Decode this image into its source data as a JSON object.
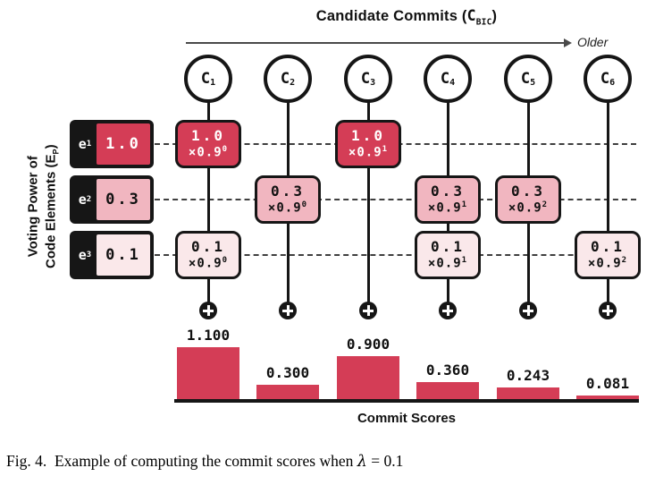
{
  "header": {
    "title_main": "Candidate Commits (",
    "title_var": "C",
    "title_sub": "BIC",
    "title_close": ")",
    "arrow_label": "Older"
  },
  "left_axis": {
    "line1": "Voting Power of",
    "line2_pre": "Code Elements (E",
    "line2_sub": "P",
    "line2_close": ")"
  },
  "elements": [
    {
      "name": "e",
      "sub": "1",
      "value": "1.0"
    },
    {
      "name": "e",
      "sub": "2",
      "value": "0.3"
    },
    {
      "name": "e",
      "sub": "3",
      "value": "0.1"
    }
  ],
  "commits": [
    {
      "name": "C",
      "sub": "1"
    },
    {
      "name": "C",
      "sub": "2"
    },
    {
      "name": "C",
      "sub": "3"
    },
    {
      "name": "C",
      "sub": "4"
    },
    {
      "name": "C",
      "sub": "5"
    },
    {
      "name": "C",
      "sub": "6"
    }
  ],
  "cells": [
    {
      "commit": "C1",
      "element": "e1",
      "value": "1.0",
      "mult": "×0.9",
      "exp": "0"
    },
    {
      "commit": "C1",
      "element": "e3",
      "value": "0.1",
      "mult": "×0.9",
      "exp": "0"
    },
    {
      "commit": "C2",
      "element": "e2",
      "value": "0.3",
      "mult": "×0.9",
      "exp": "0"
    },
    {
      "commit": "C3",
      "element": "e1",
      "value": "1.0",
      "mult": "×0.9",
      "exp": "1"
    },
    {
      "commit": "C4",
      "element": "e2",
      "value": "0.3",
      "mult": "×0.9",
      "exp": "1"
    },
    {
      "commit": "C4",
      "element": "e3",
      "value": "0.1",
      "mult": "×0.9",
      "exp": "1"
    },
    {
      "commit": "C5",
      "element": "e2",
      "value": "0.3",
      "mult": "×0.9",
      "exp": "2"
    },
    {
      "commit": "C6",
      "element": "e3",
      "value": "0.1",
      "mult": "×0.9",
      "exp": "2"
    }
  ],
  "chart_data": {
    "type": "bar",
    "categories": [
      "C1",
      "C2",
      "C3",
      "C4",
      "C5",
      "C6"
    ],
    "values": [
      1.1,
      0.3,
      0.9,
      0.36,
      0.243,
      0.081
    ],
    "bar_labels": [
      "1.100",
      "0.300",
      "0.900",
      "0.360",
      "0.243",
      "0.081"
    ],
    "title": "Commit Scores",
    "xlabel": "Commit Scores",
    "ylabel": "",
    "ylim": [
      0,
      1.2
    ],
    "grid": false,
    "legend": "none",
    "bar_color": "#d43d56"
  },
  "colors": {
    "accent_red": "#d43d56",
    "pink": "#f1b6c0",
    "light_pink": "#fae8ea",
    "ink": "#161616"
  },
  "caption": {
    "fig": "Fig. 4.",
    "text": "Example of computing the commit scores when",
    "lambda": "λ",
    "equals": "= 0.1"
  }
}
